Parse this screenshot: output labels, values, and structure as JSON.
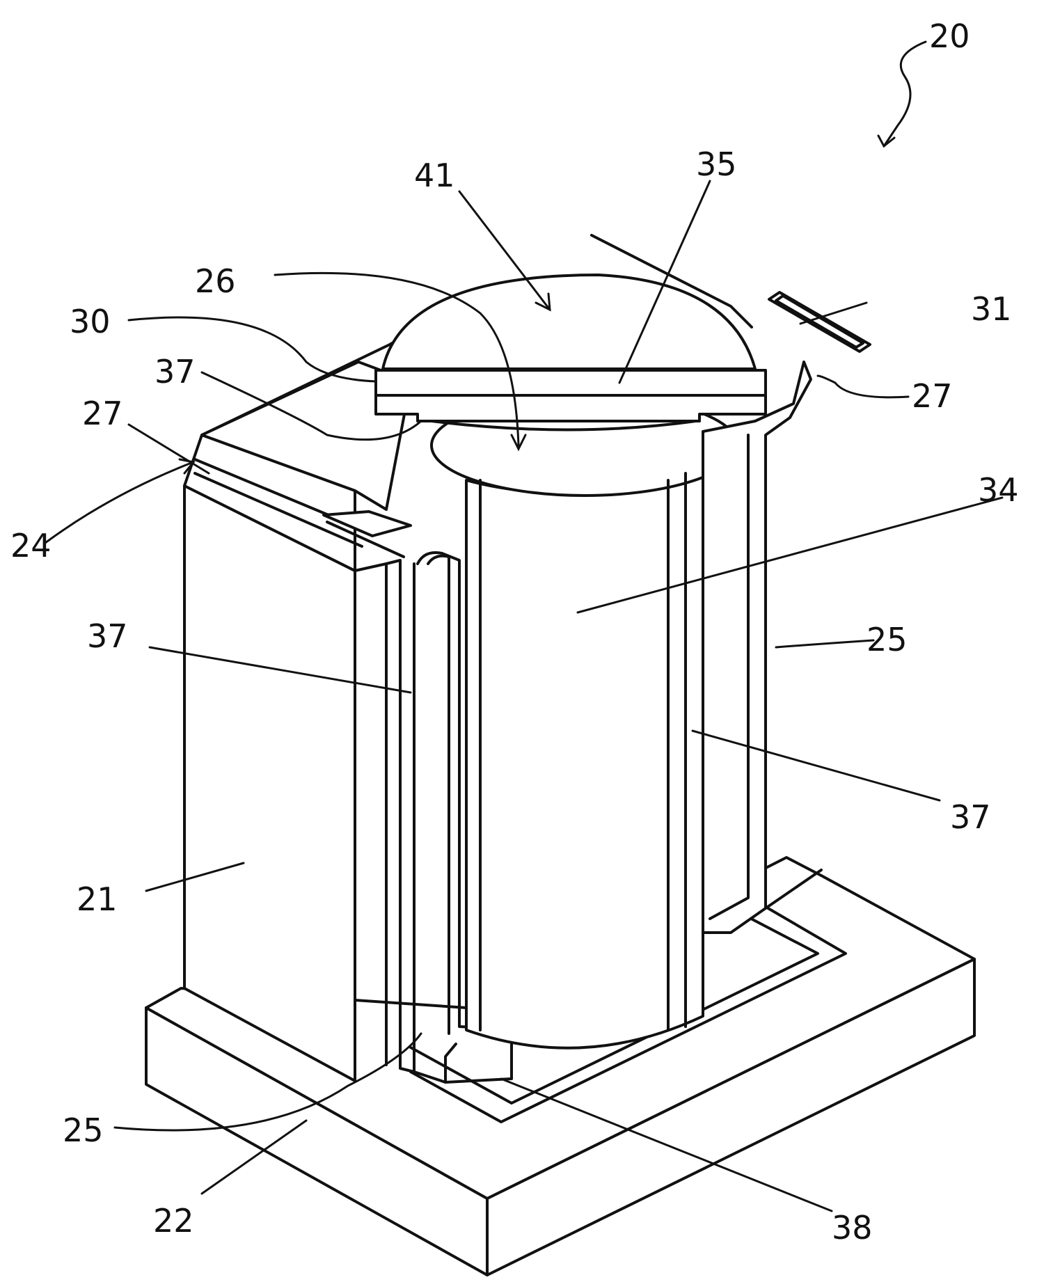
{
  "labels": {
    "l20": "20",
    "l41": "41",
    "l35": "35",
    "l26": "26",
    "l30": "30",
    "l31": "31",
    "l37a": "37",
    "l27a": "27",
    "l27b": "27",
    "l24": "24",
    "l34": "34",
    "l37b": "37",
    "l25a": "25",
    "l37c": "37",
    "l21": "21",
    "l25b": "25",
    "l22": "22",
    "l38": "38"
  }
}
